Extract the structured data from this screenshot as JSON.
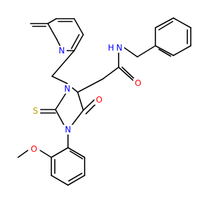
{
  "colors": {
    "bond": "#000000",
    "carbon": "#000000",
    "nitrogen": "#0000ff",
    "oxygen": "#ff0000",
    "sulfur": "#b8a000",
    "background": "#ffffff"
  },
  "atoms": [
    {
      "id": "pyr_n",
      "label": "N",
      "element": "nitrogen"
    },
    {
      "id": "amide_n",
      "label": "N",
      "element": "nitrogen"
    },
    {
      "id": "amide_h",
      "label": "H",
      "element": "nitrogen"
    },
    {
      "id": "amide_o",
      "label": "O",
      "element": "oxygen"
    },
    {
      "id": "ring_n3",
      "label": "N",
      "element": "nitrogen"
    },
    {
      "id": "ring_o",
      "label": "O",
      "element": "oxygen"
    },
    {
      "id": "thione_s",
      "label": "S",
      "element": "sulfur"
    },
    {
      "id": "ring_n1",
      "label": "N",
      "element": "nitrogen"
    },
    {
      "id": "ether_o",
      "label": "O",
      "element": "oxygen"
    }
  ]
}
